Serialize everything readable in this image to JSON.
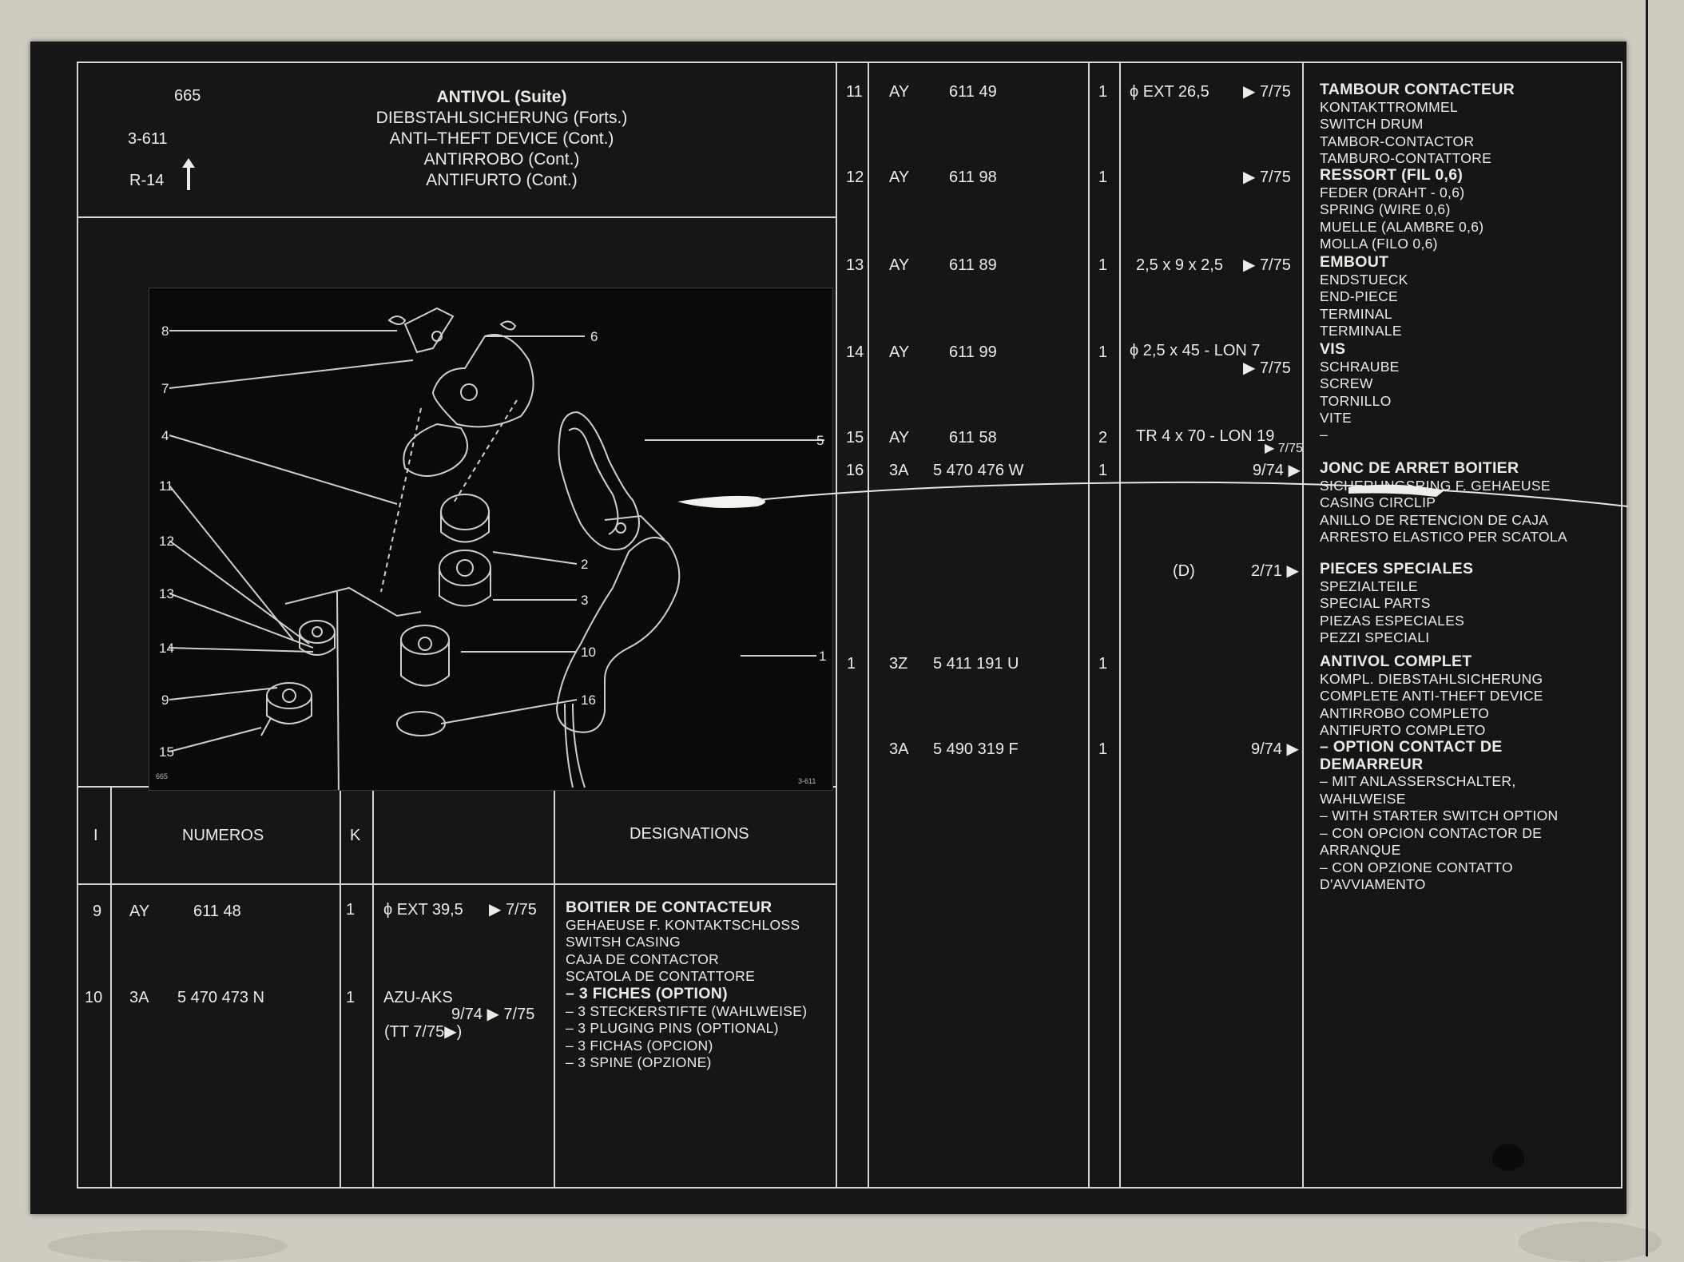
{
  "header": {
    "page_number": "665",
    "ref_group": "3-611",
    "ref_model": "R-14",
    "arrow_icon": "up-arrow-icon",
    "titles": [
      "ANTIVOL  (Suite)",
      "DIEBSTAHLSICHERUNG (Forts.)",
      "ANTI–THEFT DEVICE (Cont.)",
      "ANTIRROBO (Cont.)",
      "ANTIFURTO (Cont.)"
    ]
  },
  "diagram": {
    "corner_left": "665",
    "corner_right": "3-611",
    "callouts": [
      "8",
      "6",
      "7",
      "5",
      "4",
      "11",
      "2",
      "12",
      "3",
      "13",
      "10",
      "14",
      "1",
      "9",
      "16",
      "15"
    ]
  },
  "table_header": {
    "col_i": "I",
    "col_numeros": "NUMEROS",
    "col_k": "K",
    "col_designations": "DESIGNATIONS"
  },
  "left_rows": [
    {
      "i": "9",
      "prefix": "AY",
      "number": "611   48",
      "k": "1",
      "spec": "ϕ EXT 39,5",
      "date": "▶ 7/75",
      "desc": [
        "BOITIER DE CONTACTEUR",
        "GEHAEUSE F. KONTAKTSCHLOSS",
        "SWITSH CASING",
        "CAJA DE CONTACTOR",
        "SCATOLA DE CONTATTORE"
      ]
    },
    {
      "i": "10",
      "prefix": "3A",
      "number": "5  470  473  N",
      "k": "1",
      "spec": "AZU-AKS",
      "spec2": "9/74 ▶  7/75",
      "spec3": "(TT   7/75▶)",
      "desc": [
        "– 3 FICHES (OPTION)",
        "– 3 STECKERSTIFTE (WAHLWEISE)",
        "– 3 PLUGING PINS (OPTIONAL)",
        "– 3 FICHAS (OPCION)",
        "– 3 SPINE (OPZIONE)"
      ]
    }
  ],
  "right_rows": [
    {
      "i": "11",
      "prefix": "AY",
      "number": "611   49",
      "k": "1",
      "spec": "ϕ  EXT 26,5",
      "date": "▶ 7/75",
      "desc": [
        "TAMBOUR CONTACTEUR",
        "KONTAKTTROMMEL",
        "SWITCH DRUM",
        "TAMBOR-CONTACTOR",
        "TAMBURO-CONTATTORE"
      ]
    },
    {
      "i": "12",
      "prefix": "AY",
      "number": "611   98",
      "k": "1",
      "spec": "",
      "date": "▶ 7/75",
      "desc": [
        "RESSORT (FIL     0,6)",
        "FEDER (DRAHT -      0,6)",
        "SPRING (WIRE      0,6)",
        "MUELLE (ALAMBRE     0,6)",
        "MOLLA (FILO      0,6)"
      ]
    },
    {
      "i": "13",
      "prefix": "AY",
      "number": "611   89",
      "k": "1",
      "spec": "2,5 x 9 x 2,5",
      "date": "▶ 7/75",
      "desc": [
        "EMBOUT",
        "ENDSTUECK",
        "END-PIECE",
        "TERMINAL",
        "TERMINALE"
      ]
    },
    {
      "i": "14",
      "prefix": "AY",
      "number": "611   99",
      "k": "1",
      "spec": "ϕ  2,5 x 45 - LON 7",
      "date": "▶ 7/75",
      "desc": [
        "VIS",
        "SCHRAUBE",
        "SCREW",
        "TORNILLO",
        "VITE"
      ]
    },
    {
      "i": "15",
      "prefix": "AY",
      "number": "611   58",
      "k": "2",
      "spec": "TR 4 x 70 - LON 19",
      "date": "▶ 7/75",
      "desc": [
        "–"
      ]
    },
    {
      "i": "16",
      "prefix": "3A",
      "number": "5  470  476  W",
      "k": "1",
      "spec": "",
      "date": "9/74 ▶",
      "desc": [
        "JONC DE ARRET BOITIER",
        "SICHERUNGSRING F. GEHAEUSE",
        "CASING CIRCLIP",
        "ANILLO DE RETENCION DE CAJA",
        "ARRESTO ELASTICO PER SCATOLA"
      ]
    },
    {
      "i": "",
      "prefix": "",
      "number": "",
      "k": "",
      "spec": "(D)",
      "date": "2/71 ▶",
      "desc": [
        "PIECES SPECIALES",
        "SPEZIALTEILE",
        "SPECIAL PARTS",
        "PIEZAS ESPECIALES",
        "PEZZI SPECIALI"
      ]
    },
    {
      "i": "1",
      "prefix": "3Z",
      "number": "5  411  191  U",
      "k": "1",
      "spec": "",
      "date": "",
      "desc": [
        "ANTIVOL COMPLET",
        "KOMPL. DIEBSTAHLSICHERUNG",
        "COMPLETE ANTI-THEFT DEVICE",
        "ANTIRROBO COMPLETO",
        "ANTIFURTO COMPLETO"
      ]
    },
    {
      "i": "",
      "prefix": "3A",
      "number": "5  490  319  F",
      "k": "1",
      "spec": "",
      "date": "9/74 ▶",
      "desc": [
        "– OPTION CONTACT DE",
        "   DEMARREUR",
        "– MIT ANLASSERSCHALTER,",
        "   WAHLWEISE",
        "– WITH STARTER SWITCH OPTION",
        "– CON OPCION CONTACTOR DE",
        "   ARRANQUE",
        "– CON OPZIONE CONTATTO",
        "   D'AVVIAMENTO"
      ]
    }
  ]
}
